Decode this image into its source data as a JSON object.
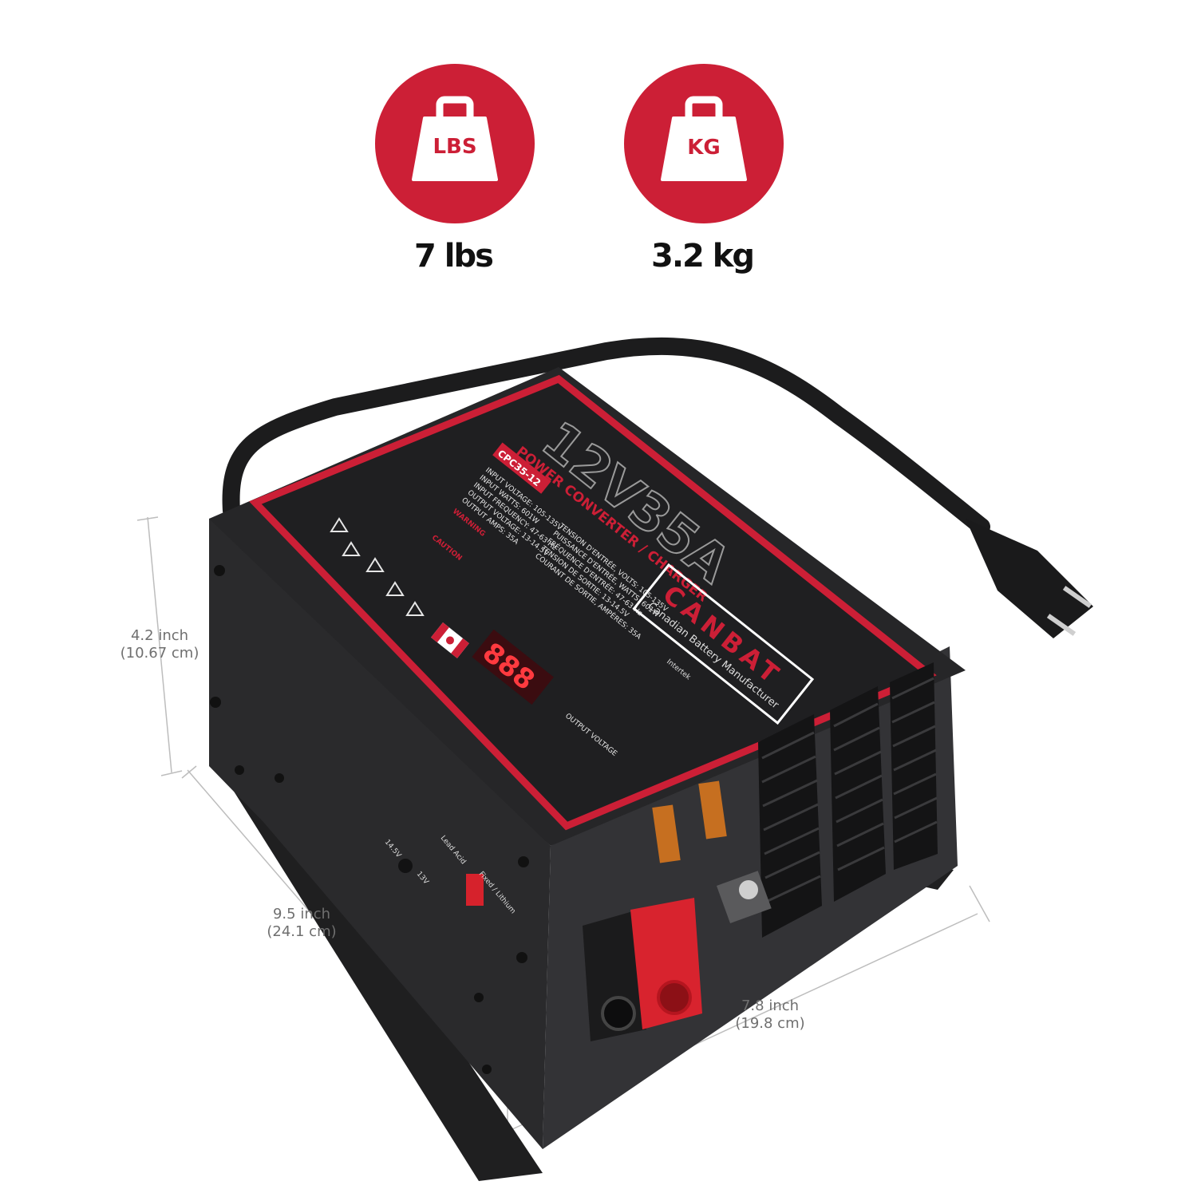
{
  "weights": [
    {
      "icon_text": "LBS",
      "value": "7 lbs"
    },
    {
      "icon_text": "KG",
      "value": "3.2 kg"
    }
  ],
  "dimensions": {
    "height": {
      "imperial": "4.2 inch",
      "metric": "(10.67 cm)"
    },
    "length": {
      "imperial": "9.5 inch",
      "metric": "(24.1 cm)"
    },
    "width": {
      "imperial": "7.8 inch",
      "metric": "(19.8 cm)"
    }
  },
  "product": {
    "model_title": "12V35A",
    "subtitle": "POWER CONVERTER / CHARGER",
    "model_code": "CPC35-12",
    "brand": "CANBAT",
    "brand_tagline": "Canadian Battery Manufacturer",
    "display_digits": "888",
    "display_caption": "OUTPUT VOLTAGE",
    "specs_en": [
      "INPUT VOLTAGE: 105-135V",
      "INPUT WATTS: 601W",
      "INPUT FREQUENCY: 47-63 Hz",
      "OUTPUT VOLTAGE: 13-14.5V",
      "OUTPUT AMPS: 35A"
    ],
    "specs_fr": [
      "TENSION D'ENTRÉE, VOLTS: 105-135V",
      "PUISSANCE D'ENTRÉE, WATTS: 601W",
      "FRÉQUENCE D'ENTRÉE: 47-63 Hz",
      "TENSION DE SORTIE: 13-14.5V",
      "COURANT DE SORTIE, AMPÈRES: 35A"
    ],
    "warning": "WARNING",
    "caution": "CAUTION",
    "side_labels": {
      "v1": "14.5V",
      "v2": "13V",
      "mode1": "Lead Acid",
      "mode2": "Fixed / Lithium"
    },
    "cert": "Intertek"
  },
  "colors": {
    "accent": "#cc1f36",
    "body": "#2b2b2d",
    "label": "#1f1f21",
    "dim_text": "#6f6f6f"
  }
}
